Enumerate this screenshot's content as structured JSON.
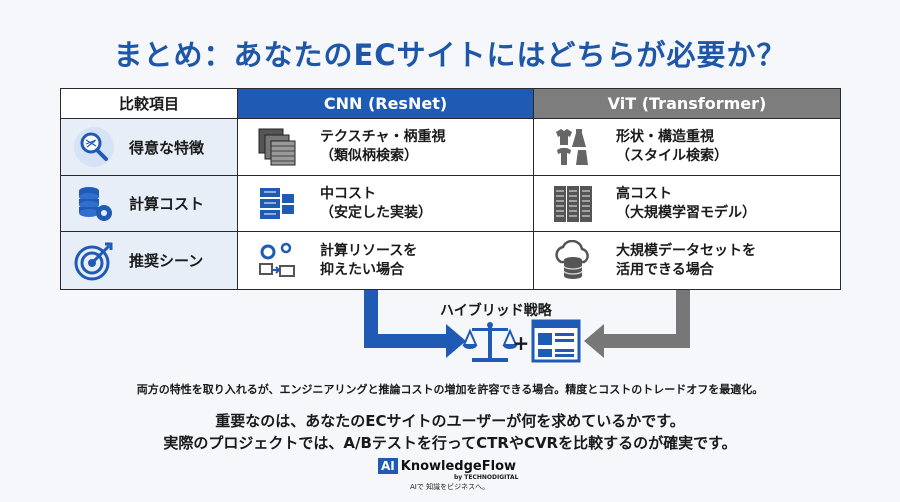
{
  "title": "まとめ：あなたのECサイトにはどちらが必要か？",
  "table": {
    "header": {
      "criteria": "比較項目",
      "cnn": "CNN (ResNet)",
      "vit": "ViT (Transformer)"
    },
    "rows": [
      {
        "label": "得意な特徴",
        "icon": "magnifier-icon",
        "cnn": {
          "line1": "テクスチャ・柄重視",
          "line2": "（類似柄検索）",
          "icon": "texture-icon"
        },
        "vit": {
          "line1": "形状・構造重視",
          "line2": "（スタイル検索）",
          "icon": "clothing-icon"
        }
      },
      {
        "label": "計算コスト",
        "icon": "coins-gear-icon",
        "cnn": {
          "line1": "中コスト",
          "line2": "（安定した実装）",
          "icon": "server-icon"
        },
        "vit": {
          "line1": "高コスト",
          "line2": "（大規模学習モデル）",
          "icon": "server-rack-icon"
        }
      },
      {
        "label": "推奨シーン",
        "icon": "target-icon",
        "cnn": {
          "line1": "計算リソースを",
          "line2": "抑えたい場合",
          "icon": "workflow-icon"
        },
        "vit": {
          "line1": "大規模データセットを",
          "line2": "活用できる場合",
          "icon": "cloud-database-icon"
        }
      }
    ]
  },
  "hybrid": {
    "label": "ハイブリッド戦略",
    "plus": "+"
  },
  "notes": {
    "line1": "両方の特性を取り入れるが、エンジニアリングと推論コストの増加を許容できる場合。精度とコストのトレードオフを最適化。",
    "line2": "重要なのは、あなたのECサイトのユーザーが何を求めているかです。",
    "line3": "実際のプロジェクトでは、A/Bテストを行ってCTRやCVRを比較するのが確実です。"
  },
  "logo": {
    "ai": "AI",
    "name": "KnowledgeFlow",
    "by": "by TECHNODIGITAL",
    "tagline": "AIで 知識をビジネスへ。"
  },
  "colors": {
    "accent_blue": "#1f5bb5",
    "gray": "#7d7d7d",
    "row_bg": "#e8eef8"
  }
}
